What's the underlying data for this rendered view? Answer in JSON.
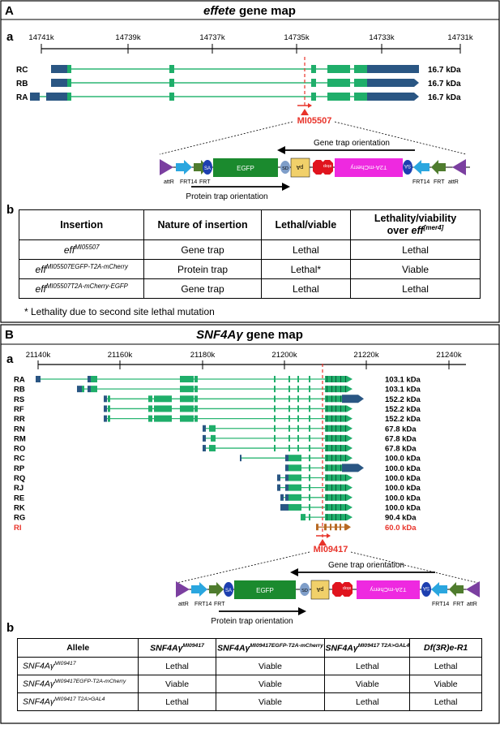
{
  "panelA": {
    "letter": "A",
    "title_gene": "effete",
    "title_rest": " gene map",
    "sub_a": "a",
    "sub_b": "b",
    "axis_ticks": [
      "14741k",
      "14739k",
      "14737k",
      "14735k",
      "14733k",
      "14731k"
    ],
    "transcripts": [
      {
        "name": "RA",
        "kda": "16.7 kDa"
      },
      {
        "name": "RB",
        "kda": "16.7 kDa"
      },
      {
        "name": "RC",
        "kda": "16.7 kDa"
      }
    ],
    "insertion_label": "MI05507",
    "cassette": {
      "gene_trap_label": "Gene trap orientation",
      "protein_trap_label": "Protein trap orientation",
      "attR": "attR",
      "FRT14": "FRT14",
      "FRT": "FRT",
      "SA": "SA",
      "SD": "SD",
      "EGFP": "EGFP",
      "pA": "pA",
      "stop": "stop",
      "T2A_mCherry": "T2A-mCherry"
    },
    "table": {
      "headers": [
        "Insertion",
        "Nature of insertion",
        "Lethal/viable",
        "Lethality/viability over eff[mer4]"
      ],
      "rows": [
        {
          "allele": "eff",
          "sup": "MI05507",
          "nature": "Gene trap",
          "lethal": "Lethal",
          "over": "Lethal"
        },
        {
          "allele": "eff",
          "sup": "MI05507EGFP-T2A-mCherry",
          "nature": "Protein trap",
          "lethal": "Lethal*",
          "over": "Viable"
        },
        {
          "allele": "eff",
          "sup": "MI05507T2A-mCherry-EGFP",
          "nature": "Gene trap",
          "lethal": "Lethal",
          "over": "Lethal"
        }
      ]
    },
    "footnote": "* Lethality due to second site lethal mutation"
  },
  "panelB": {
    "letter": "B",
    "title_gene": "SNF4Aγ",
    "title_rest": " gene map",
    "sub_a": "a",
    "sub_b": "b",
    "axis_ticks": [
      "21140k",
      "21160k",
      "21180k",
      "21200k",
      "21220k",
      "21240k"
    ],
    "transcripts": [
      {
        "name": "RA",
        "kda": "103.1 kDa"
      },
      {
        "name": "RB",
        "kda": "103.1 kDa"
      },
      {
        "name": "RS",
        "kda": "152.2 kDa"
      },
      {
        "name": "RF",
        "kda": "152.2 kDa"
      },
      {
        "name": "RR",
        "kda": "152.2 kDa"
      },
      {
        "name": "RN",
        "kda": "67.8 kDa"
      },
      {
        "name": "RM",
        "kda": "67.8 kDa"
      },
      {
        "name": "RO",
        "kda": "67.8 kDa"
      },
      {
        "name": "RC",
        "kda": "100.0 kDa"
      },
      {
        "name": "RP",
        "kda": "100.0 kDa"
      },
      {
        "name": "RQ",
        "kda": "100.0 kDa"
      },
      {
        "name": "RJ",
        "kda": "100.0 kDa"
      },
      {
        "name": "RE",
        "kda": "100.0 kDa"
      },
      {
        "name": "RK",
        "kda": "100.0 kDa"
      },
      {
        "name": "RG",
        "kda": "90.4 kDa"
      },
      {
        "name": "RI",
        "kda": "60.0 kDa"
      }
    ],
    "insertion_label": "MI09417",
    "table": {
      "headers": [
        "Allele",
        "SNF4Aγ",
        "SNF4Aγ",
        "SNF4Aγ",
        "Df(3R)e-R1"
      ],
      "header_sups": [
        "",
        "MI09417",
        "MI09417EGFP-T2A-mCherry",
        "MI09417 T2A>GAL4",
        ""
      ],
      "rows": [
        {
          "allele": "SNF4Aγ",
          "sup": "MI09417",
          "c1": "Lethal",
          "c2": "Viable",
          "c3": "Lethal",
          "c4": "Lethal"
        },
        {
          "allele": "SNF4Aγ",
          "sup": "MI09417EGFP-T2A-mCherry",
          "c1": "Viable",
          "c2": "Viable",
          "c3": "Viable",
          "c4": "Viable"
        },
        {
          "allele": "SNF4Aγ",
          "sup": "MI09417 T2A>GAL4",
          "c1": "Lethal",
          "c2": "Viable",
          "c3": "Lethal",
          "c4": "Lethal"
        }
      ]
    }
  },
  "colors": {
    "exon_green": "#1fae6a",
    "exon_blue": "#2a5683",
    "intron": "#2bb673",
    "insertion_red": "#e8332a",
    "ri_orange": "#b86a24"
  }
}
